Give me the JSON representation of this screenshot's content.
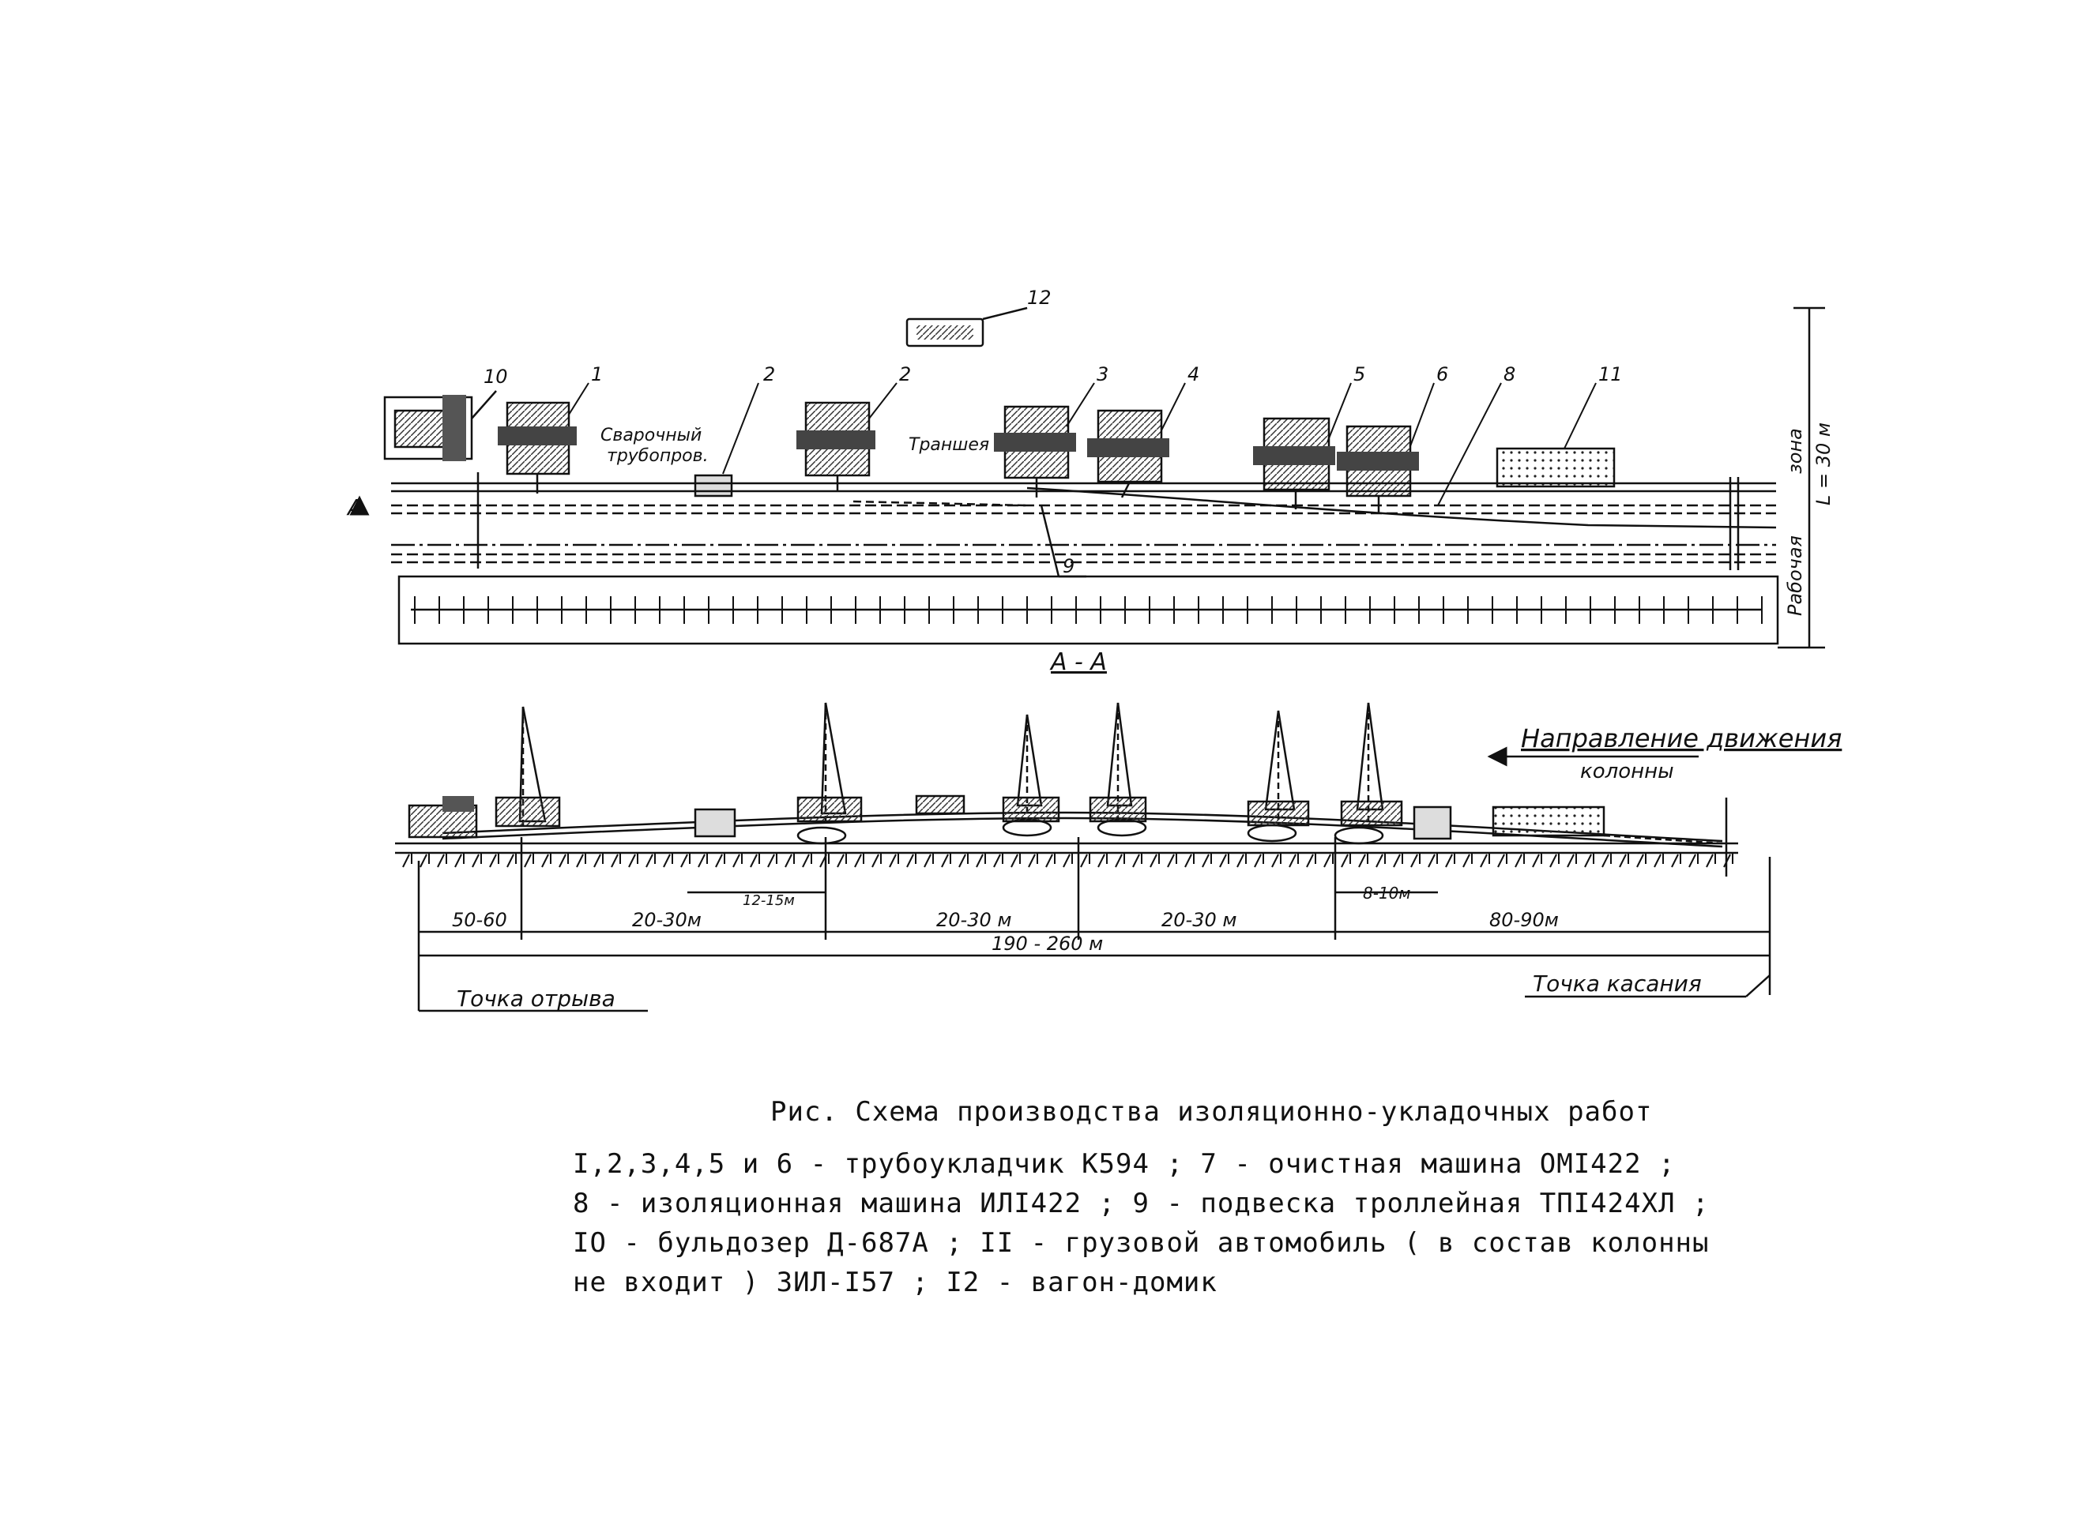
{
  "plan": {
    "labels": [
      "12",
      "10",
      "1",
      "2",
      "2",
      "3",
      "4",
      "5",
      "6",
      "8",
      "11",
      "9"
    ],
    "pipeline_label_1": "Сварочный",
    "pipeline_label_2": "трубопров.",
    "trench_label": "Траншея",
    "section_mark": "А",
    "zone_label_1": "Рабочая",
    "zone_label_2": "зона",
    "zone_width": "L = 30 м",
    "section_title": "А - А"
  },
  "section": {
    "direction_1": "Направление движения",
    "direction_2": "колонны",
    "dim_small_1": "12-15м",
    "dim_small_2": "8-10м",
    "dims": [
      "50-60",
      "20-30м",
      "20-30 м",
      "20-30 м",
      "80-90м"
    ],
    "dim_total": "190 - 260 м",
    "point_lift": "Точка отрыва",
    "point_touch": "Точка касания"
  },
  "caption": {
    "title": "Рис. Схема производства изоляционно-укладочных работ",
    "line1": "I,2,3,4,5 и 6 - трубоукладчик К594 ; 7 - очистная машина ОМI422 ;",
    "line2": "8 - изоляционная машина ИЛI422 ; 9 - подвеска троллейная ТПI424ХЛ ;",
    "line3": "IO - бульдозер Д-687А ; II - грузовой автомобиль ( в состав колонны",
    "line4": "не входит ) ЗИЛ-I57 ; I2 - вагон-домик"
  }
}
